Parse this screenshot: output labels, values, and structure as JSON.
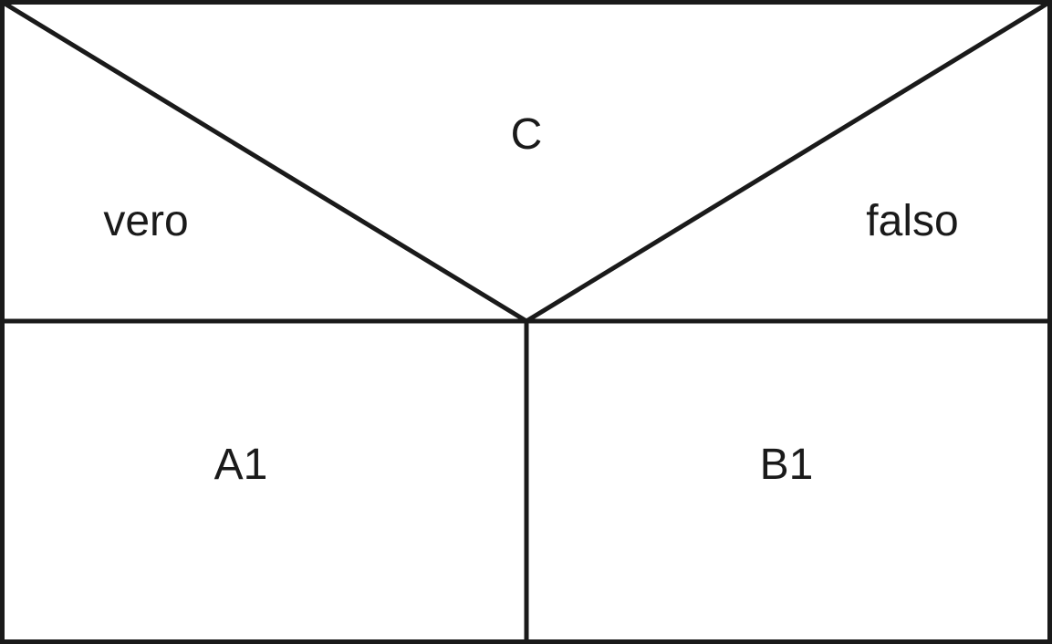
{
  "diagram": {
    "type": "nassi-shneiderman-if-else-structogram",
    "condition_label": "C",
    "true_branch_label": "vero",
    "false_branch_label": "falso",
    "true_block_label": "A1",
    "false_block_label": "B1",
    "line_color": "#1a1a1a",
    "background_color": "#ffffff"
  }
}
